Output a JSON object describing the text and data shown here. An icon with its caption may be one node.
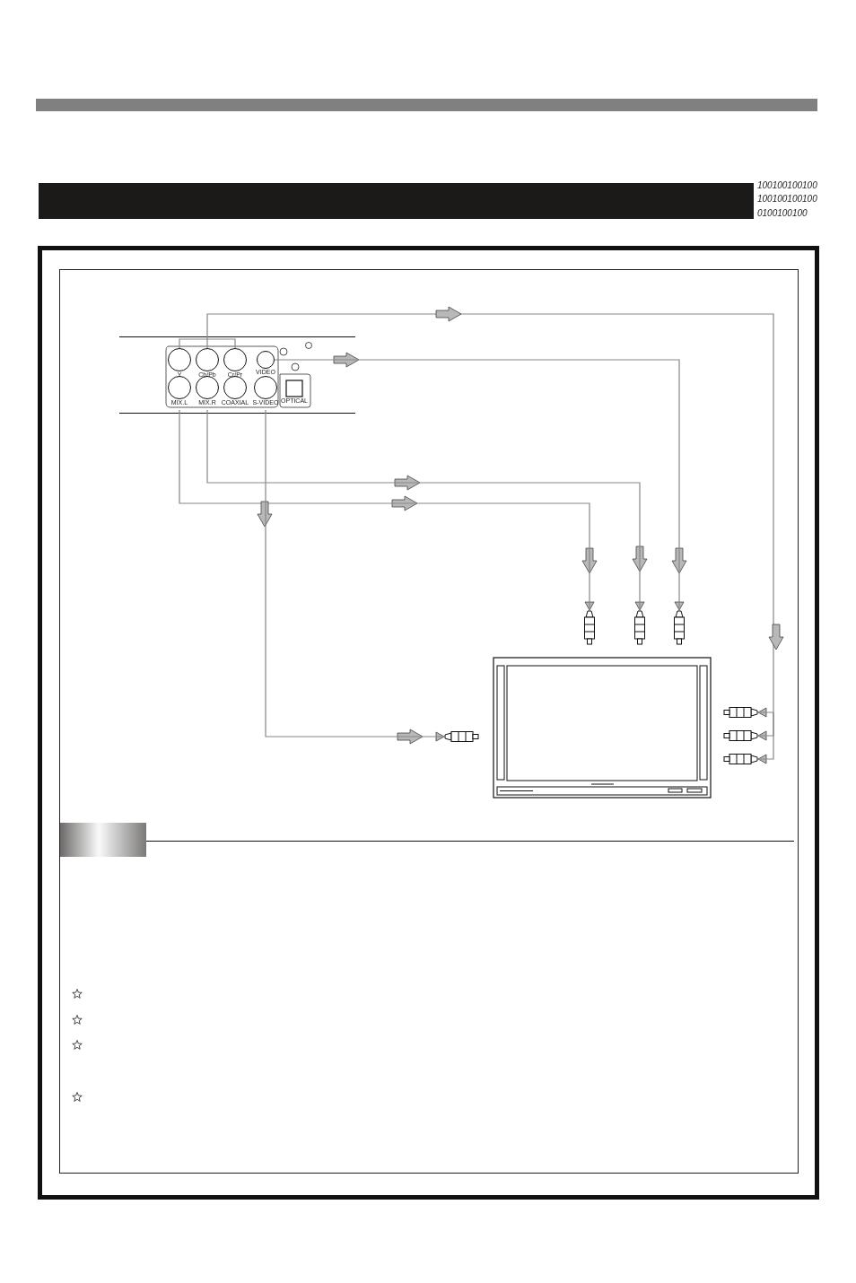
{
  "diagram": {
    "nodes": [
      {
        "text": [
          "Y"
        ]
      },
      {
        "text": [
          "Cb/Pb"
        ]
      },
      {
        "text": [
          "Cr/Pr"
        ]
      },
      {
        "text": [
          "VIDEO"
        ]
      },
      {
        "text": [
          "MIX.L"
        ]
      },
      {
        "text": [
          "MIX.R"
        ]
      },
      {
        "text": [
          "COAXIAL"
        ]
      },
      {
        "text": [
          "S-VIDEO"
        ]
      },
      {
        "text": [
          "OPTICAL"
        ]
      },
      {
        "text": [],
        "shape": "plug"
      },
      {
        "text": [],
        "shape": "plug"
      },
      {
        "text": [],
        "shape": "plug"
      },
      {
        "text": [],
        "shape": "television"
      },
      {
        "text": [],
        "shape": "plug"
      },
      {
        "text": [],
        "shape": "plug"
      },
      {
        "text": [],
        "shape": "plug"
      },
      {
        "text": [],
        "shape": "plug"
      },
      {
        "text": [],
        "shape": "bar",
        "beside": [
          "100100100100",
          "100100100100",
          "0100100100"
        ]
      },
      {
        "text": [],
        "shape": "box"
      }
    ],
    "edges": [
      {
        "from": 0,
        "to": 14,
        "arrow": "to"
      },
      {
        "from": 1,
        "to": 15,
        "arrow": "to"
      },
      {
        "from": 2,
        "to": 16,
        "arrow": "to"
      },
      {
        "from": 3,
        "to": 11,
        "arrow": "to"
      },
      {
        "from": 5,
        "to": 10,
        "arrow": "to"
      },
      {
        "from": 4,
        "to": 9,
        "arrow": "to"
      },
      {
        "from": 7,
        "to": 13,
        "arrow": "to"
      }
    ]
  }
}
